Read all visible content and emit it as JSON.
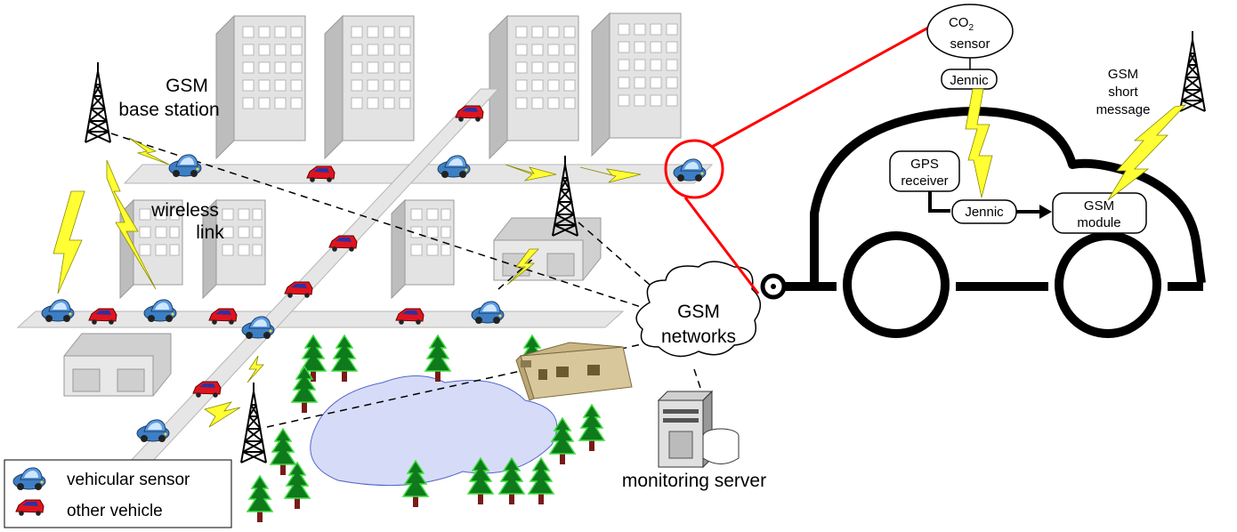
{
  "labels": {
    "gsm_base_station_1": "GSM",
    "gsm_base_station_2": "base station",
    "wireless_link_1": "wireless",
    "wireless_link_2": "link",
    "gsm_networks_1": "GSM",
    "gsm_networks_2": "networks",
    "monitoring_server": "monitoring server",
    "co2_sensor_1": "CO",
    "co2_sensor_sub": "2",
    "co2_sensor_2": "sensor",
    "jennic_top": "Jennic",
    "gps_receiver_1": "GPS",
    "gps_receiver_2": "receiver",
    "jennic_mid": "Jennic",
    "gsm_module_1": "GSM",
    "gsm_module_2": "module",
    "gsm_short_message_1": "GSM",
    "gsm_short_message_2": "short",
    "gsm_short_message_3": "message"
  },
  "legend": {
    "vehicular_sensor": "vehicular sensor",
    "other_vehicle": "other vehicle"
  },
  "colors": {
    "road": "#e6e6e6",
    "building": "#d9d9d9",
    "lake": "#d6dcf7",
    "tree": "#0e7a1c",
    "trunk": "#7a1a1a",
    "lightning": "#ffff33",
    "zoom_line": "#ff0000",
    "sensor_car": "#3d7fc4",
    "other_car": "#e0141e"
  },
  "icons": [
    "tower-icon",
    "building-icon",
    "tree-icon",
    "car-icon",
    "server-icon",
    "cloud-icon",
    "house-icon",
    "lightning-icon"
  ]
}
